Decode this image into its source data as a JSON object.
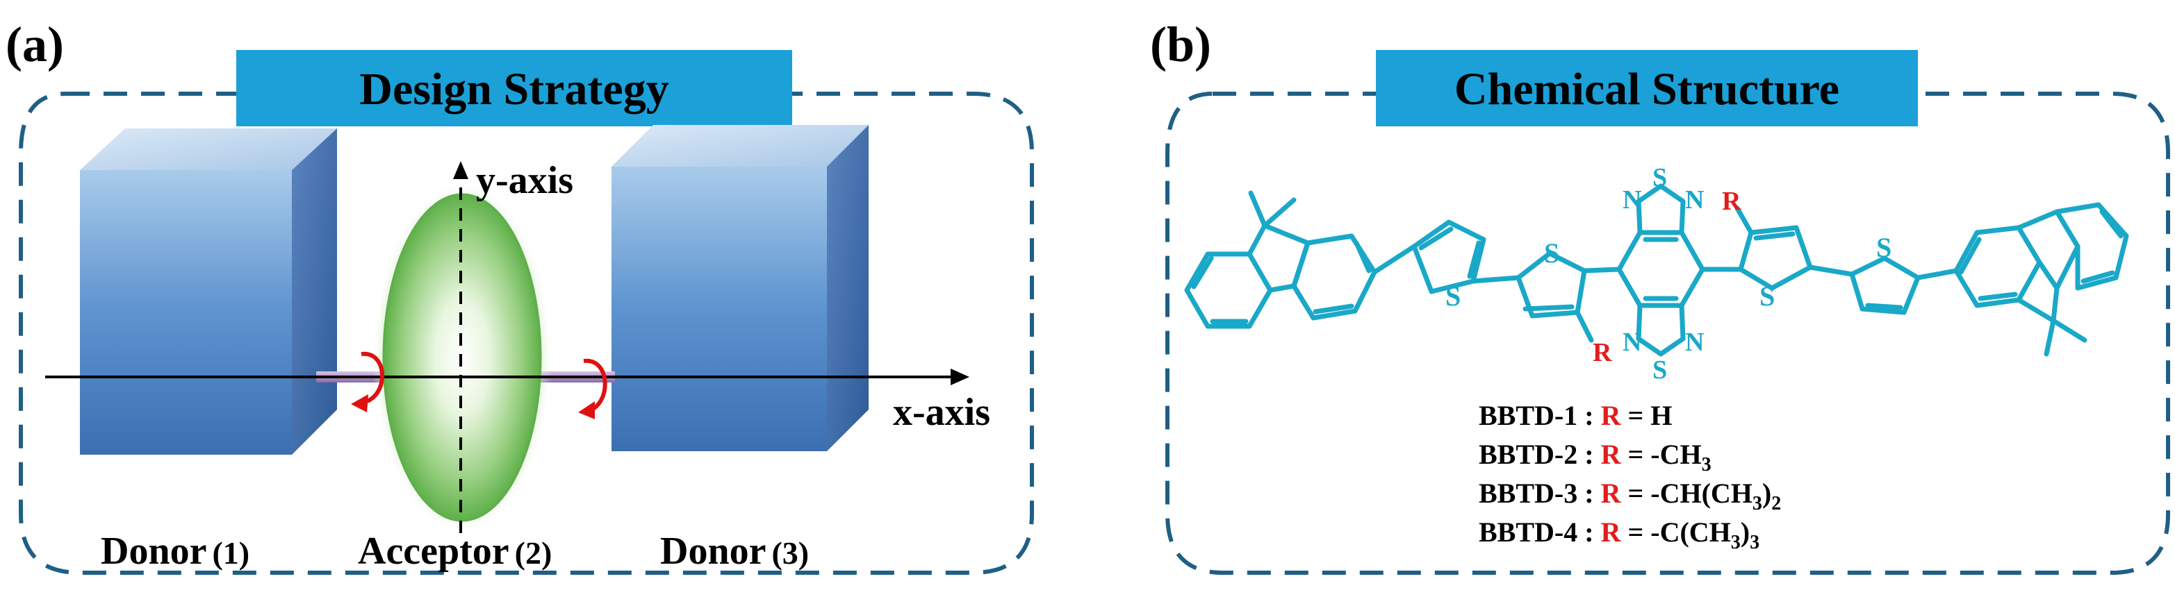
{
  "panel_a": {
    "label": "(a)",
    "header": "Design  Strategy",
    "y_axis": "y-axis",
    "x_axis": "x-axis",
    "donor1": "Donor",
    "donor1_num": "(1)",
    "acceptor": "Acceptor",
    "acceptor_num": "(2)",
    "donor3": "Donor",
    "donor3_num": "(3)"
  },
  "panel_b": {
    "label": "(b)",
    "header": "Chemical  Structure",
    "atoms": {
      "S": "S",
      "N": "N",
      "R": "R"
    },
    "legend": [
      {
        "name": "BBTD-1 : ",
        "r": "R",
        "eq": " = H",
        "sub": "",
        "tail": ""
      },
      {
        "name": "BBTD-2 : ",
        "r": "R",
        "eq": " = -CH",
        "sub": "3",
        "tail": ""
      },
      {
        "name": "BBTD-3 : ",
        "r": "R",
        "eq": " = -CH(CH",
        "sub": "3",
        "tail": ")",
        "sub2": "2"
      },
      {
        "name": "BBTD-4 : ",
        "r": "R",
        "eq": " = -C(CH",
        "sub": "3",
        "tail": ")",
        "sub2": "3"
      }
    ]
  },
  "colors": {
    "frame": "#1f5f86",
    "header_bg": "#1ba0d8",
    "chem": "#1aa8c8",
    "r_group": "#e21c1c",
    "rotation_arrow": "#e01010"
  }
}
